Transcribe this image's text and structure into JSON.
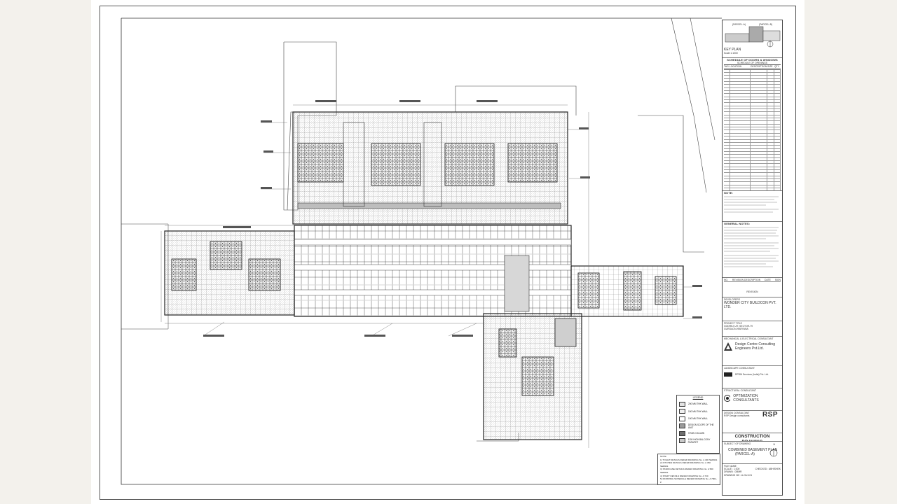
{
  "sheet": {
    "key_plan": {
      "parcel_a": "(PARCEL-A)",
      "parcel_b": "(PARCEL-B)",
      "title": "KEY PLAN",
      "scale": "Scale 1:1000"
    },
    "schedule": {
      "title": "SCHEDULE OF DOORS & WINDOWS",
      "subtitle": "SCHEDULE OF OPENINGS",
      "columns": [
        "TAG",
        "LOCATION",
        "DESCRIPTION",
        "SIZE",
        "QTY"
      ]
    },
    "notes_block": {
      "title": "NOTE:"
    },
    "general_notes": {
      "title": "GENERAL NOTES:"
    },
    "revision": {
      "col_no": "NO.",
      "col_desc": "REVISION DESCRIPTION",
      "col_date": "DATE",
      "col_sign": "SIGN",
      "label": "REVISION"
    },
    "developer": {
      "label": "DEVELOPERS",
      "name": "WONDER CITY BUILDCON PVT. LTD."
    },
    "project": {
      "label": "PROJECT TITLE",
      "line1": "GODREJ UIT, SECTOR-79",
      "line2": "GURGAON-HARYANA"
    },
    "mep": {
      "label": "MECHANICAL & ELECTRICAL CONSULTANT",
      "line1": "Design Centre Consulting",
      "line2": "Engineers Pvt.Ltd."
    },
    "landscape": {
      "label": "LANDSCAPE CONSULTANT",
      "line1": "RPDM Services (India) Pvt. Ltd."
    },
    "structural": {
      "label": "STRUCTURAL CONSULTANT",
      "line1": "OPTIMIZATION CONSULTANTS"
    },
    "design": {
      "label": "DESIGN CONSULTANT",
      "line1": "RSP Design consultants",
      "logo": "RSP"
    },
    "status": "CONSTRUCTION DRAWING",
    "subject": {
      "label": "SUBJECT OF DRAWING",
      "line1": "COMBINED BASEMENT PLAN",
      "line2": "(PARCEL-A)"
    },
    "file": {
      "label": "FILE NAME",
      "scale": "SCALE : 1:300",
      "drawn": "DRAWN : DBMR",
      "checked": "CHECKED : ABHISHEK",
      "drawing_no": "DRAWING NO : A-GU-101"
    },
    "compass": "N",
    "legend": {
      "title": "LEGEND",
      "items": [
        {
          "label": "200 MM THK WALL",
          "color": "#e3e3e3"
        },
        {
          "label": "150 MM THK WALL",
          "color": "#f0f0f0"
        },
        {
          "label": "100 MM THK WALL",
          "color": "#ffffff"
        },
        {
          "label": "DESIGN SCOPE OF THE UNIT",
          "color": "#9b9b9b"
        },
        {
          "label": "STUB COLUMN",
          "color": "#6f6f6f"
        },
        {
          "label": "1100 HIGH BALCONY PARAPET",
          "color": "#c9c9c9"
        }
      ]
    },
    "notes": {
      "title": "NOTE:",
      "items": [
        "1) TOILET DETAILS REFER DRAWING No. A 400 SERIES",
        "2) KITCHEN DETAILS REFER DRAWING No. A 450 SERIES",
        "3) STAIRCASE DETAILS REFER DRAWING No. A 500 SERIES",
        "4) SHAFT DETAILS REFER DRAWING No. A 720",
        "5) FINISHING SCHEDULE REFER DRAWING No. A 7001-P"
      ]
    },
    "accent": "#222222"
  }
}
